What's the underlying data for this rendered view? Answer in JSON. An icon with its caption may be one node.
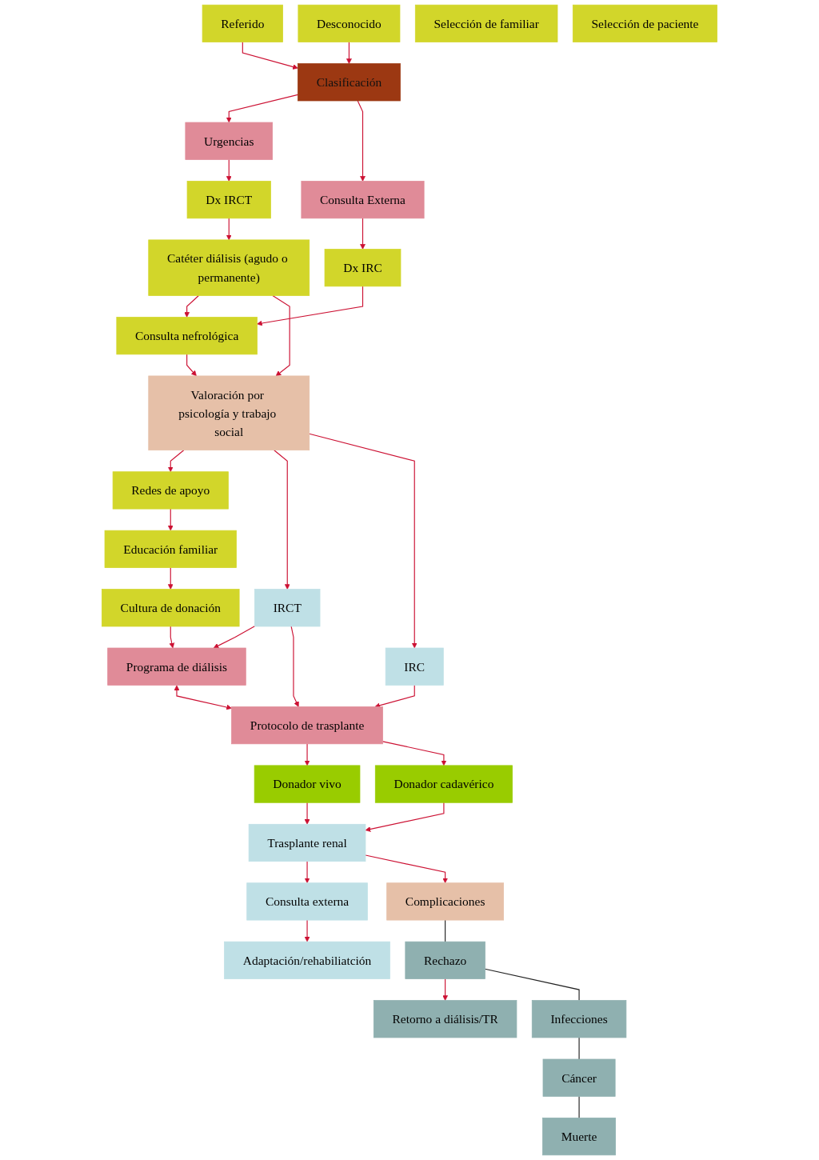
{
  "diagram": {
    "nodes": [
      {
        "text": [
          "Referido"
        ]
      },
      {
        "text": [
          "Desconocido"
        ]
      },
      {
        "text": [
          "Clasificación"
        ]
      },
      {
        "text": [
          "Urgencias"
        ]
      },
      {
        "text": [
          "Consulta Externa"
        ]
      },
      {
        "text": [
          "Dx IRCT"
        ]
      },
      {
        "text": [
          "Dx IRC"
        ]
      },
      {
        "text": [
          "Catéter diálisis (agudo o permanente)"
        ]
      },
      {
        "text": [
          "Consulta nefrológica"
        ]
      },
      {
        "text": [
          "Valoración por psicología y trabajo social"
        ]
      },
      {
        "text": [
          "Redes de apoyo"
        ]
      },
      {
        "text": [
          "Educación familiar"
        ]
      },
      {
        "text": [
          "Cultura de donación"
        ]
      },
      {
        "text": [
          "IRCT"
        ]
      },
      {
        "text": [
          "IRC"
        ]
      },
      {
        "text": [
          "Programa de diálisis"
        ]
      },
      {
        "text": [
          "Protocolo de trasplante"
        ]
      },
      {
        "text": [
          "Donador vivo"
        ]
      },
      {
        "text": [
          "Donador cadavérico"
        ]
      },
      {
        "text": [
          "Selección de familiar"
        ]
      },
      {
        "text": [
          "Selección de paciente"
        ]
      },
      {
        "text": [
          "Trasplante renal"
        ]
      },
      {
        "text": [
          "Consulta externa"
        ]
      },
      {
        "text": [
          "Complicaciones"
        ]
      },
      {
        "text": [
          "Rechazo"
        ]
      },
      {
        "text": [
          "Retorno a diálisis/TR"
        ]
      },
      {
        "text": [
          "Infecciones"
        ]
      },
      {
        "text": [
          "Adaptación/rehabiliatción"
        ]
      },
      {
        "text": [
          "Cáncer"
        ]
      },
      {
        "text": [
          "Muerte"
        ]
      }
    ],
    "edges": [
      {
        "from": 0,
        "to": 2,
        "arrow": "to"
      },
      {
        "from": 1,
        "to": 2,
        "arrow": "to"
      },
      {
        "from": 2,
        "to": 3,
        "arrow": "to"
      },
      {
        "from": 2,
        "to": 4,
        "arrow": "to"
      },
      {
        "from": 3,
        "to": 5,
        "arrow": "to"
      },
      {
        "from": 4,
        "to": 6,
        "arrow": "to"
      },
      {
        "from": 5,
        "to": 7,
        "arrow": "to"
      },
      {
        "from": 6,
        "to": 8,
        "arrow": "to"
      },
      {
        "from": 7,
        "to": 8,
        "arrow": "to"
      },
      {
        "from": 7,
        "to": 9,
        "arrow": "to"
      },
      {
        "from": 8,
        "to": 9,
        "arrow": "to"
      },
      {
        "from": 9,
        "to": 10,
        "arrow": "to"
      },
      {
        "from": 9,
        "to": 13,
        "arrow": "to"
      },
      {
        "from": 9,
        "to": 14,
        "arrow": "to"
      },
      {
        "from": 10,
        "to": 11,
        "arrow": "to"
      },
      {
        "from": 11,
        "to": 12,
        "arrow": "to"
      },
      {
        "from": 12,
        "to": 15,
        "arrow": "to"
      },
      {
        "from": 13,
        "to": 15,
        "arrow": "to"
      },
      {
        "from": 13,
        "to": 16,
        "arrow": "to"
      },
      {
        "from": 14,
        "to": 16,
        "arrow": "to"
      },
      {
        "from": 15,
        "to": 16,
        "arrow": "both"
      },
      {
        "from": 16,
        "to": 17,
        "arrow": "to"
      },
      {
        "from": 16,
        "to": 18,
        "arrow": "to"
      },
      {
        "from": 17,
        "to": 21,
        "arrow": "to"
      },
      {
        "from": 18,
        "to": 21,
        "arrow": "to"
      },
      {
        "from": 21,
        "to": 22,
        "arrow": "to"
      },
      {
        "from": 21,
        "to": 23,
        "arrow": "to"
      },
      {
        "from": 22,
        "to": 27,
        "arrow": "to"
      },
      {
        "from": 23,
        "to": 24,
        "arrow": "none",
        "color": "#222222"
      },
      {
        "from": 24,
        "to": 25,
        "arrow": "to"
      },
      {
        "from": 24,
        "to": 26,
        "arrow": "none",
        "color": "#222222"
      },
      {
        "from": 26,
        "to": 28,
        "arrow": "none",
        "color": "#222222"
      },
      {
        "from": 28,
        "to": 29,
        "arrow": "none",
        "color": "#222222"
      }
    ]
  }
}
